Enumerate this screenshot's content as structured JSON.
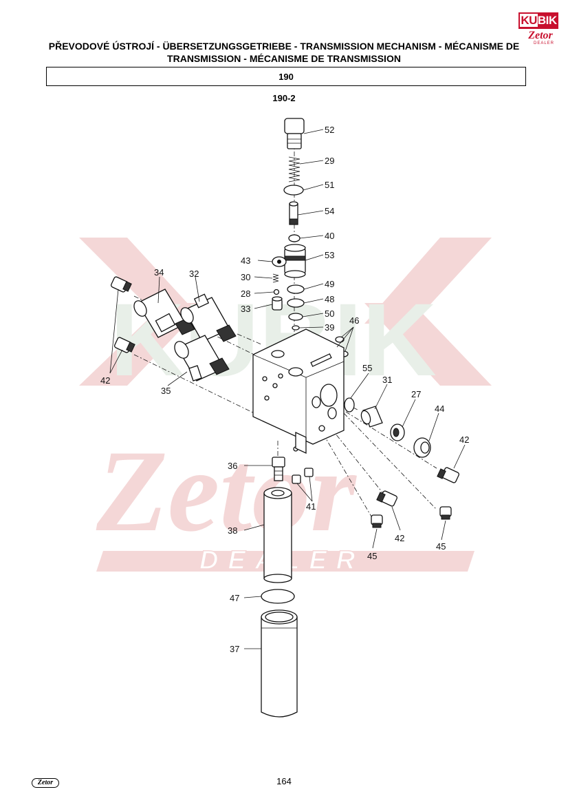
{
  "header": {
    "title": "PŘEVODOVÉ ÚSTROJÍ - ÜBERSETZUNGSGETRIEBE - TRANSMISSION MECHANISM - MÉCANISME DE TRANSMISSION - MÉCANISME DE TRANSMISSION",
    "section": "190",
    "subsection": "190-2"
  },
  "logos": {
    "kubik_a": "KU",
    "kubik_b": "BIK",
    "zetor": "Zetor",
    "dealer": "DEALER",
    "watermark_zetor": "Zetor",
    "watermark_dealer": "DEALER",
    "watermark_kubik": "KUBIK",
    "footer_zetor": "Zetor"
  },
  "colors": {
    "brand_red": "#c8102e",
    "watermark_red": "#f4d7d7",
    "watermark_green": "#e8efe8"
  },
  "parts": {
    "p52": "52",
    "p29": "29",
    "p51": "51",
    "p54": "54",
    "p40": "40",
    "p43": "43",
    "p53": "53",
    "p34": "34",
    "p32": "32",
    "p30": "30",
    "p49": "49",
    "p28": "28",
    "p48": "48",
    "p33": "33",
    "p50": "50",
    "p39": "39",
    "p46": "46",
    "p55": "55",
    "p31": "31",
    "p27": "27",
    "p44": "44",
    "p42a": "42",
    "p35": "35",
    "p42b": "42",
    "p36": "36",
    "p41": "41",
    "p42c": "42",
    "p38": "38",
    "p45a": "45",
    "p45b": "45",
    "p47": "47",
    "p37": "37"
  },
  "footer": {
    "page": "164"
  }
}
